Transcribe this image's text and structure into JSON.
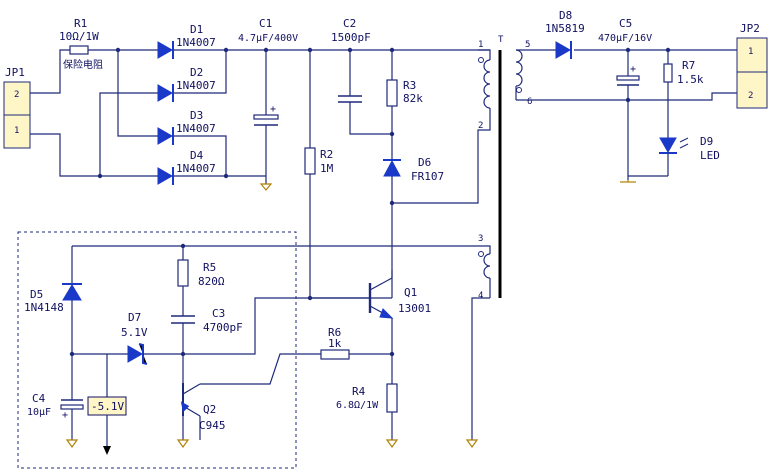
{
  "connectors": {
    "jp1": {
      "name": "JP1",
      "pin_top": "2",
      "pin_bottom": "1"
    },
    "jp2": {
      "name": "JP2",
      "pin_top": "1",
      "pin_bottom": "2"
    }
  },
  "components": {
    "r1": {
      "ref": "R1",
      "value": "10Ω/1W",
      "note": "保险电阻"
    },
    "d1": {
      "ref": "D1",
      "value": "1N4007"
    },
    "d2": {
      "ref": "D2",
      "value": "1N4007"
    },
    "d3": {
      "ref": "D3",
      "value": "1N4007"
    },
    "d4": {
      "ref": "D4",
      "value": "1N4007"
    },
    "c1": {
      "ref": "C1",
      "value": "4.7μF/400V"
    },
    "c2": {
      "ref": "C2",
      "value": "1500pF"
    },
    "r2": {
      "ref": "R2",
      "value": "1M"
    },
    "r3": {
      "ref": "R3",
      "value": "82k"
    },
    "d6": {
      "ref": "D6",
      "value": "FR107"
    },
    "d8": {
      "ref": "D8",
      "value": "1N5819"
    },
    "c5": {
      "ref": "C5",
      "value": "470μF/16V"
    },
    "r7": {
      "ref": "R7",
      "value": "1.5k"
    },
    "d9": {
      "ref": "D9",
      "value": "LED"
    },
    "d5": {
      "ref": "D5",
      "value": "1N4148"
    },
    "r5": {
      "ref": "R5",
      "value": "820Ω"
    },
    "d7": {
      "ref": "D7",
      "value": "5.1V"
    },
    "c3": {
      "ref": "C3",
      "value": "4700pF"
    },
    "q1": {
      "ref": "Q1",
      "value": "13001"
    },
    "r6": {
      "ref": "R6",
      "value": "1k"
    },
    "c4": {
      "ref": "C4",
      "value": "10μF"
    },
    "q2": {
      "ref": "Q2",
      "value": "C945"
    },
    "r4": {
      "ref": "R4",
      "value": "6.8Ω/1W"
    }
  },
  "transformer": {
    "ref": "T",
    "pins": [
      "1",
      "2",
      "3",
      "4",
      "5",
      "6"
    ]
  },
  "annotation": {
    "zener_voltage": "-5.1V"
  }
}
